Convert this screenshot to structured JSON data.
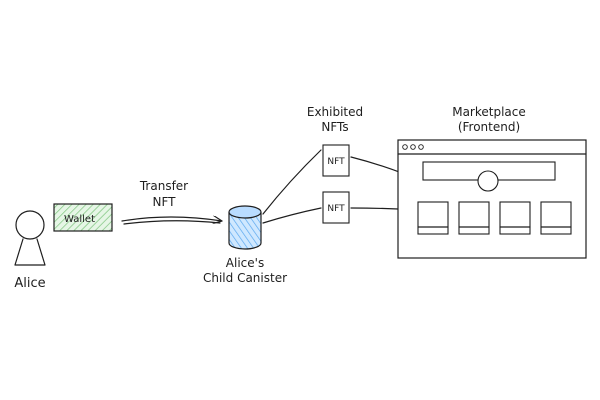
{
  "actors": {
    "alice": "Alice"
  },
  "wallet": {
    "label": "Wallet",
    "fill_color": "#d3f0d3"
  },
  "transfer": {
    "line1": "Transfer",
    "line2": "NFT"
  },
  "canister": {
    "line1": "Alice's",
    "line2": "Child Canister",
    "fill_color": "#a5d8ff"
  },
  "exhibited": {
    "line1": "Exhibited",
    "line2": "NFTs",
    "cards": [
      "NFT",
      "NFT"
    ]
  },
  "marketplace": {
    "line1": "Marketplace",
    "line2": "(Frontend)"
  }
}
